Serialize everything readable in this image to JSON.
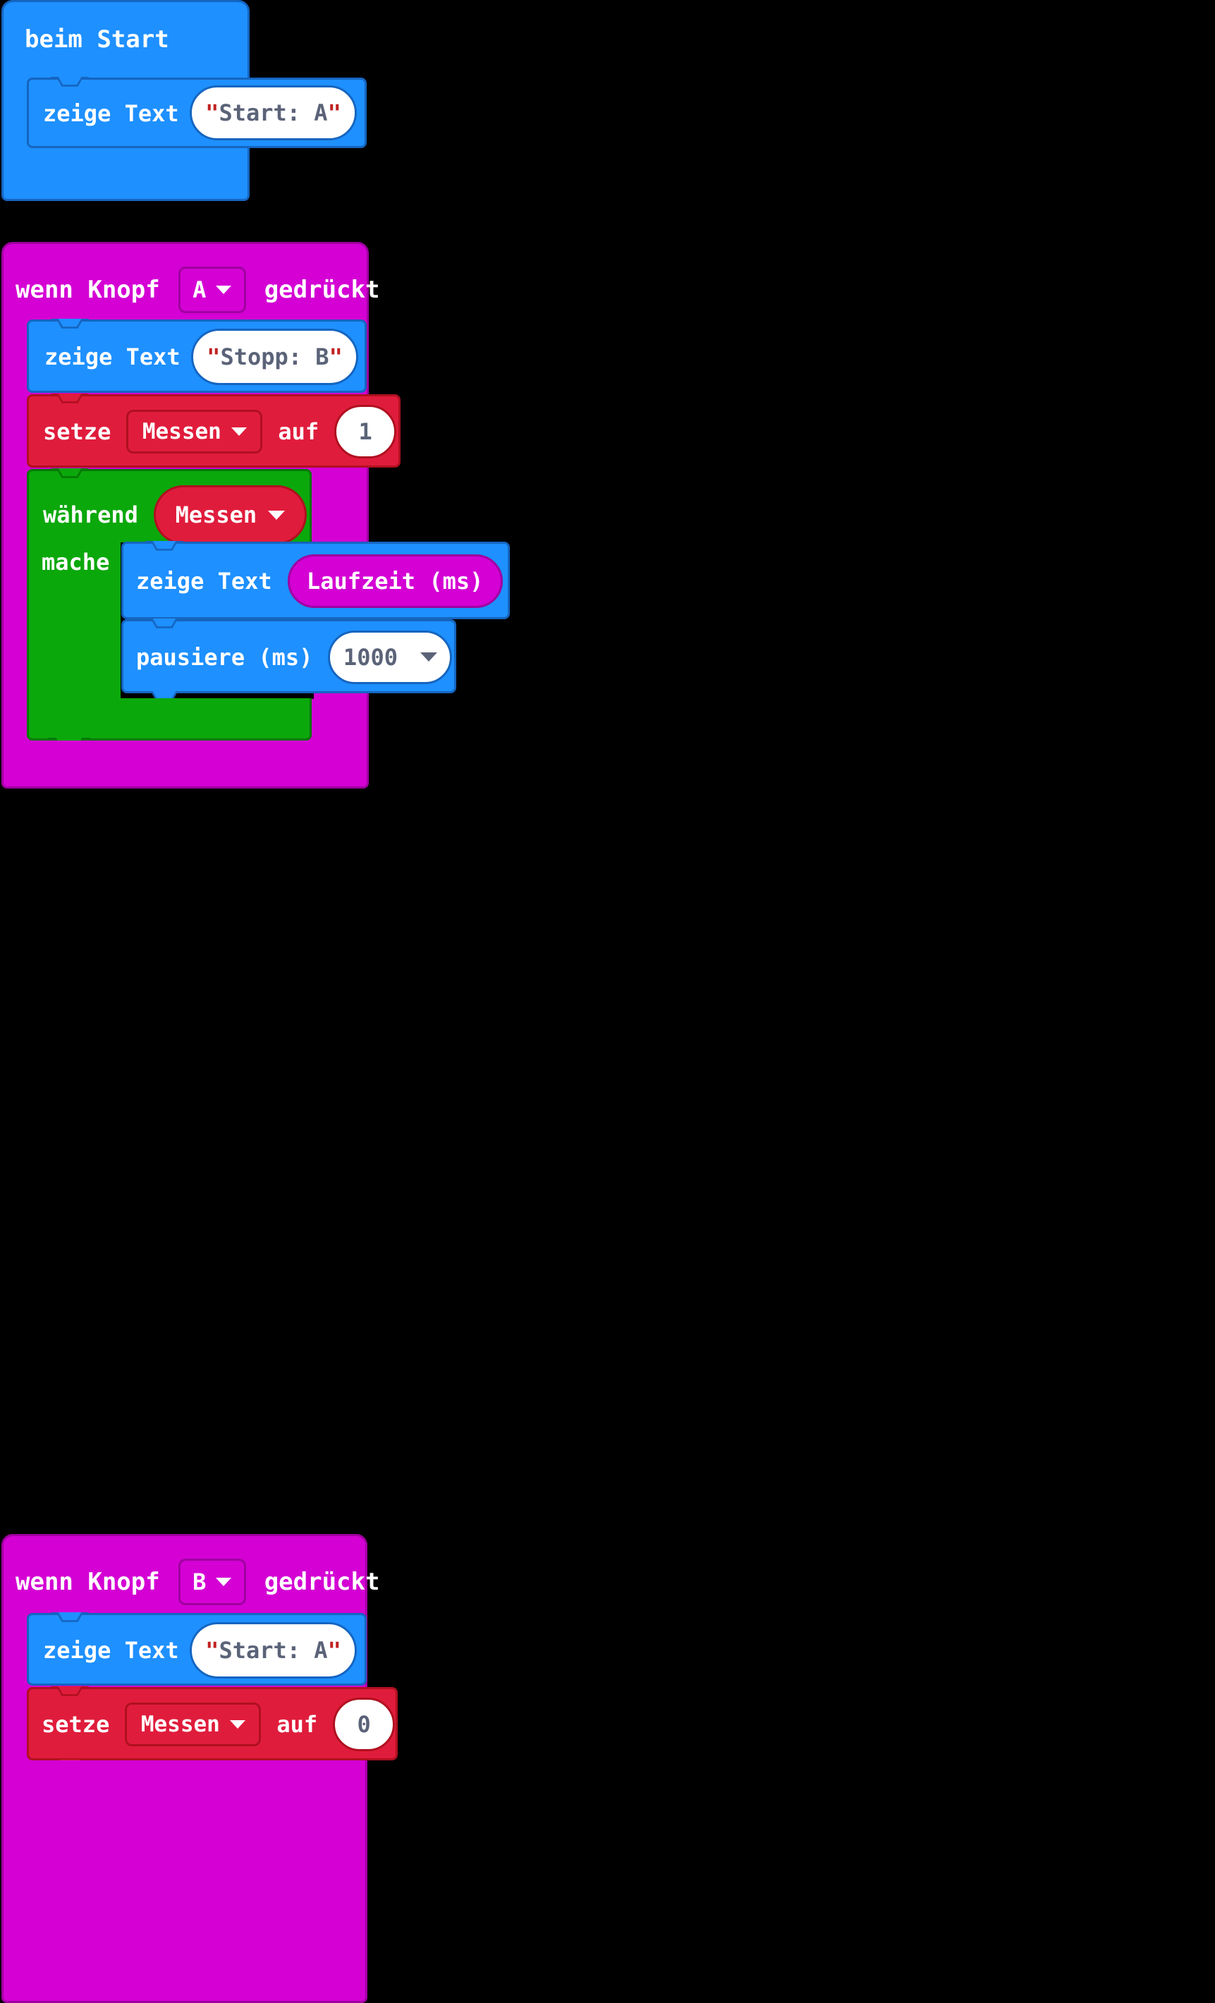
{
  "program": {
    "language": "de",
    "environment": "makecode-microbit-blocks",
    "colors": {
      "basic_blue": "#1e90ff",
      "event_magenta": "#d400d4",
      "variable_red": "#e01c3c",
      "loop_green": "#0ba80b",
      "canvas_background": "#000000",
      "field_white": "#ffffff",
      "field_text": "#5b6378",
      "quote_red": "#c02020"
    },
    "scripts": [
      {
        "id": "script-on-start",
        "hat_label": "beim Start",
        "color": "blue",
        "body": [
          {
            "id": "show-string-start-a",
            "color": "blue",
            "label": "zeige Text",
            "field_kind": "string",
            "field_value": "Start: A",
            "quote": "\""
          }
        ]
      },
      {
        "id": "script-on-button-a",
        "hat_label_before": "wenn Knopf",
        "hat_label_after": "gedrückt",
        "hat_dropdown_value": "A",
        "color": "magenta",
        "body": [
          {
            "id": "show-string-stopp-b",
            "color": "blue",
            "label": "zeige Text",
            "field_kind": "string",
            "field_value": "Stopp: B",
            "quote": "\""
          },
          {
            "id": "set-messen-1",
            "color": "red",
            "label_before": "setze",
            "dropdown_value": "Messen",
            "label_after": "auf",
            "number_value": "1"
          },
          {
            "id": "while-messen",
            "color": "green",
            "label_while": "während",
            "label_do": "mache",
            "condition_pill": "Messen",
            "body": [
              {
                "id": "show-number-laufzeit",
                "color": "blue",
                "label": "zeige Text",
                "field_kind": "reporter",
                "reporter_label": "Laufzeit (ms)",
                "reporter_color": "magenta"
              },
              {
                "id": "pause-1000",
                "color": "blue",
                "label": "pausiere (ms)",
                "field_kind": "number-dropdown",
                "field_value": "1000"
              }
            ]
          }
        ]
      },
      {
        "id": "script-on-button-b",
        "hat_label_before": "wenn Knopf",
        "hat_label_after": "gedrückt",
        "hat_dropdown_value": "B",
        "color": "magenta",
        "body": [
          {
            "id": "show-string-start-a-2",
            "color": "blue",
            "label": "zeige Text",
            "field_kind": "string",
            "field_value": "Start: A",
            "quote": "\""
          },
          {
            "id": "set-messen-0",
            "color": "red",
            "label_before": "setze",
            "dropdown_value": "Messen",
            "label_after": "auf",
            "number_value": "0"
          }
        ]
      }
    ]
  }
}
